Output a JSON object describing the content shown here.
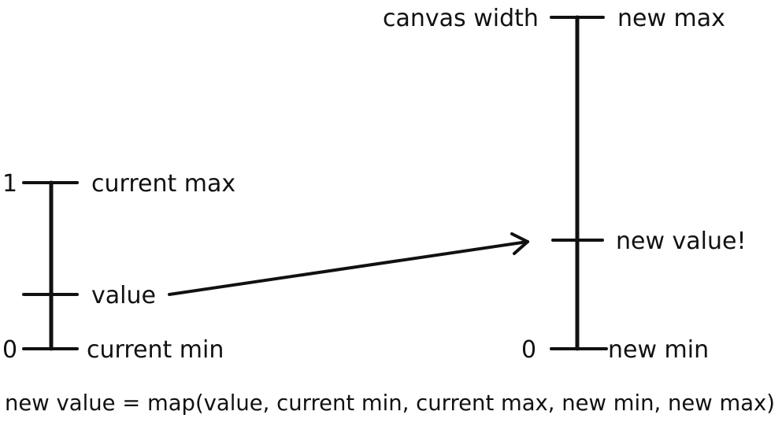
{
  "left_scale": {
    "top_number": "1",
    "top_label": "current max",
    "middle_label": "value",
    "bottom_number": "0",
    "bottom_label": "current min"
  },
  "right_scale": {
    "top_left_label": "canvas width",
    "top_label": "new max",
    "middle_label": "new value!",
    "bottom_number": "0",
    "bottom_label": "new min"
  },
  "formula": "new value = map(value, current min, current max, new min, new max)",
  "colors": {
    "ink": "#111111",
    "background": "#ffffff"
  }
}
